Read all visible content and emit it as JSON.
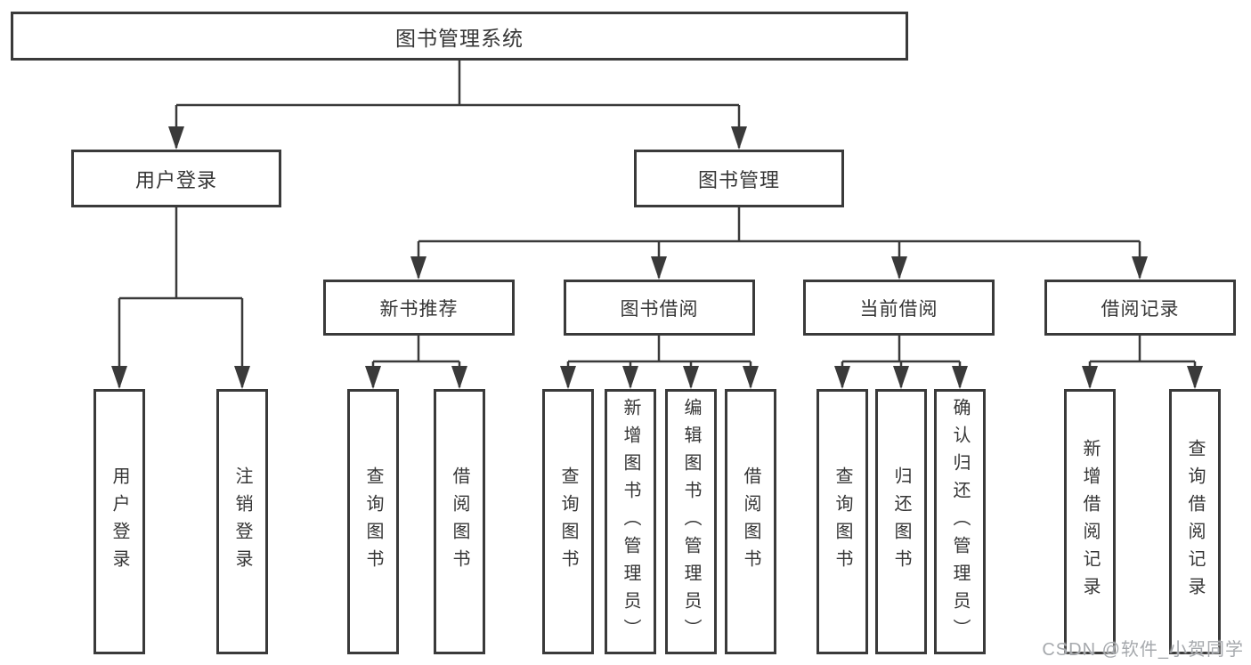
{
  "root": {
    "label": "图书管理系统"
  },
  "level2": [
    {
      "label": "用户登录"
    },
    {
      "label": "图书管理"
    }
  ],
  "level3": [
    {
      "label": "新书推荐"
    },
    {
      "label": "图书借阅"
    },
    {
      "label": "当前借阅"
    },
    {
      "label": "借阅记录"
    }
  ],
  "leaves": {
    "user_login": [
      "用户登录",
      "注销登录"
    ],
    "new_book": [
      "查询图书",
      "借阅图书"
    ],
    "book_borrow": [
      "查询图书",
      "新增图书（管理员）",
      "编辑图书（管理员）",
      "借阅图书"
    ],
    "current_borrow": [
      "查询图书",
      "归还图书",
      "确认归还（管理员）"
    ],
    "borrow_records": [
      "新增借阅记录",
      "查询借阅记录"
    ]
  },
  "watermark": "CSDN @软件_小贺同学",
  "colors": {
    "line": "#3a3a3a",
    "text": "#363636",
    "watermark": "#a6a9ad"
  }
}
